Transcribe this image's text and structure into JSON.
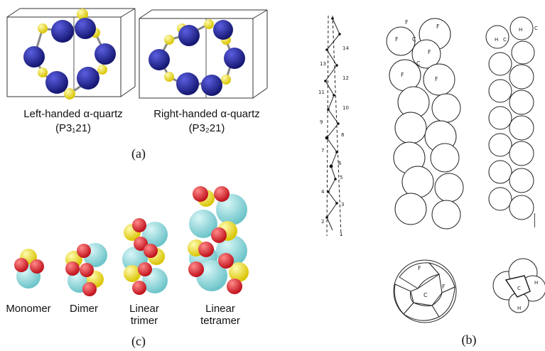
{
  "panel_a": {
    "left_name": "Left-handed α-quartz",
    "left_group": "(P3₁21)",
    "right_name": "Right-handed α-quartz",
    "right_group": "(P3₂21)",
    "tag": "(a)"
  },
  "panel_c": {
    "monomer": "Monomer",
    "dimer": "Dimer",
    "trimer_1": "Linear",
    "trimer_2": "trimer",
    "tetramer_1": "Linear",
    "tetramer_2": "tetramer",
    "tag": "(c)"
  },
  "panel_b": {
    "tag": "(b)",
    "chain_numbers": [
      "1",
      "2",
      "3",
      "4",
      "5",
      "6",
      "7",
      "8",
      "9",
      "10",
      "11",
      "12",
      "13",
      "14"
    ],
    "f_label": "F",
    "c_label": "C",
    "h_label": "H"
  },
  "colors": {
    "silicon": "#1c1f8c",
    "oxygen": "#f2e233",
    "red_atom": "#e3202c",
    "cyan_atom": "#8fd9dd"
  }
}
